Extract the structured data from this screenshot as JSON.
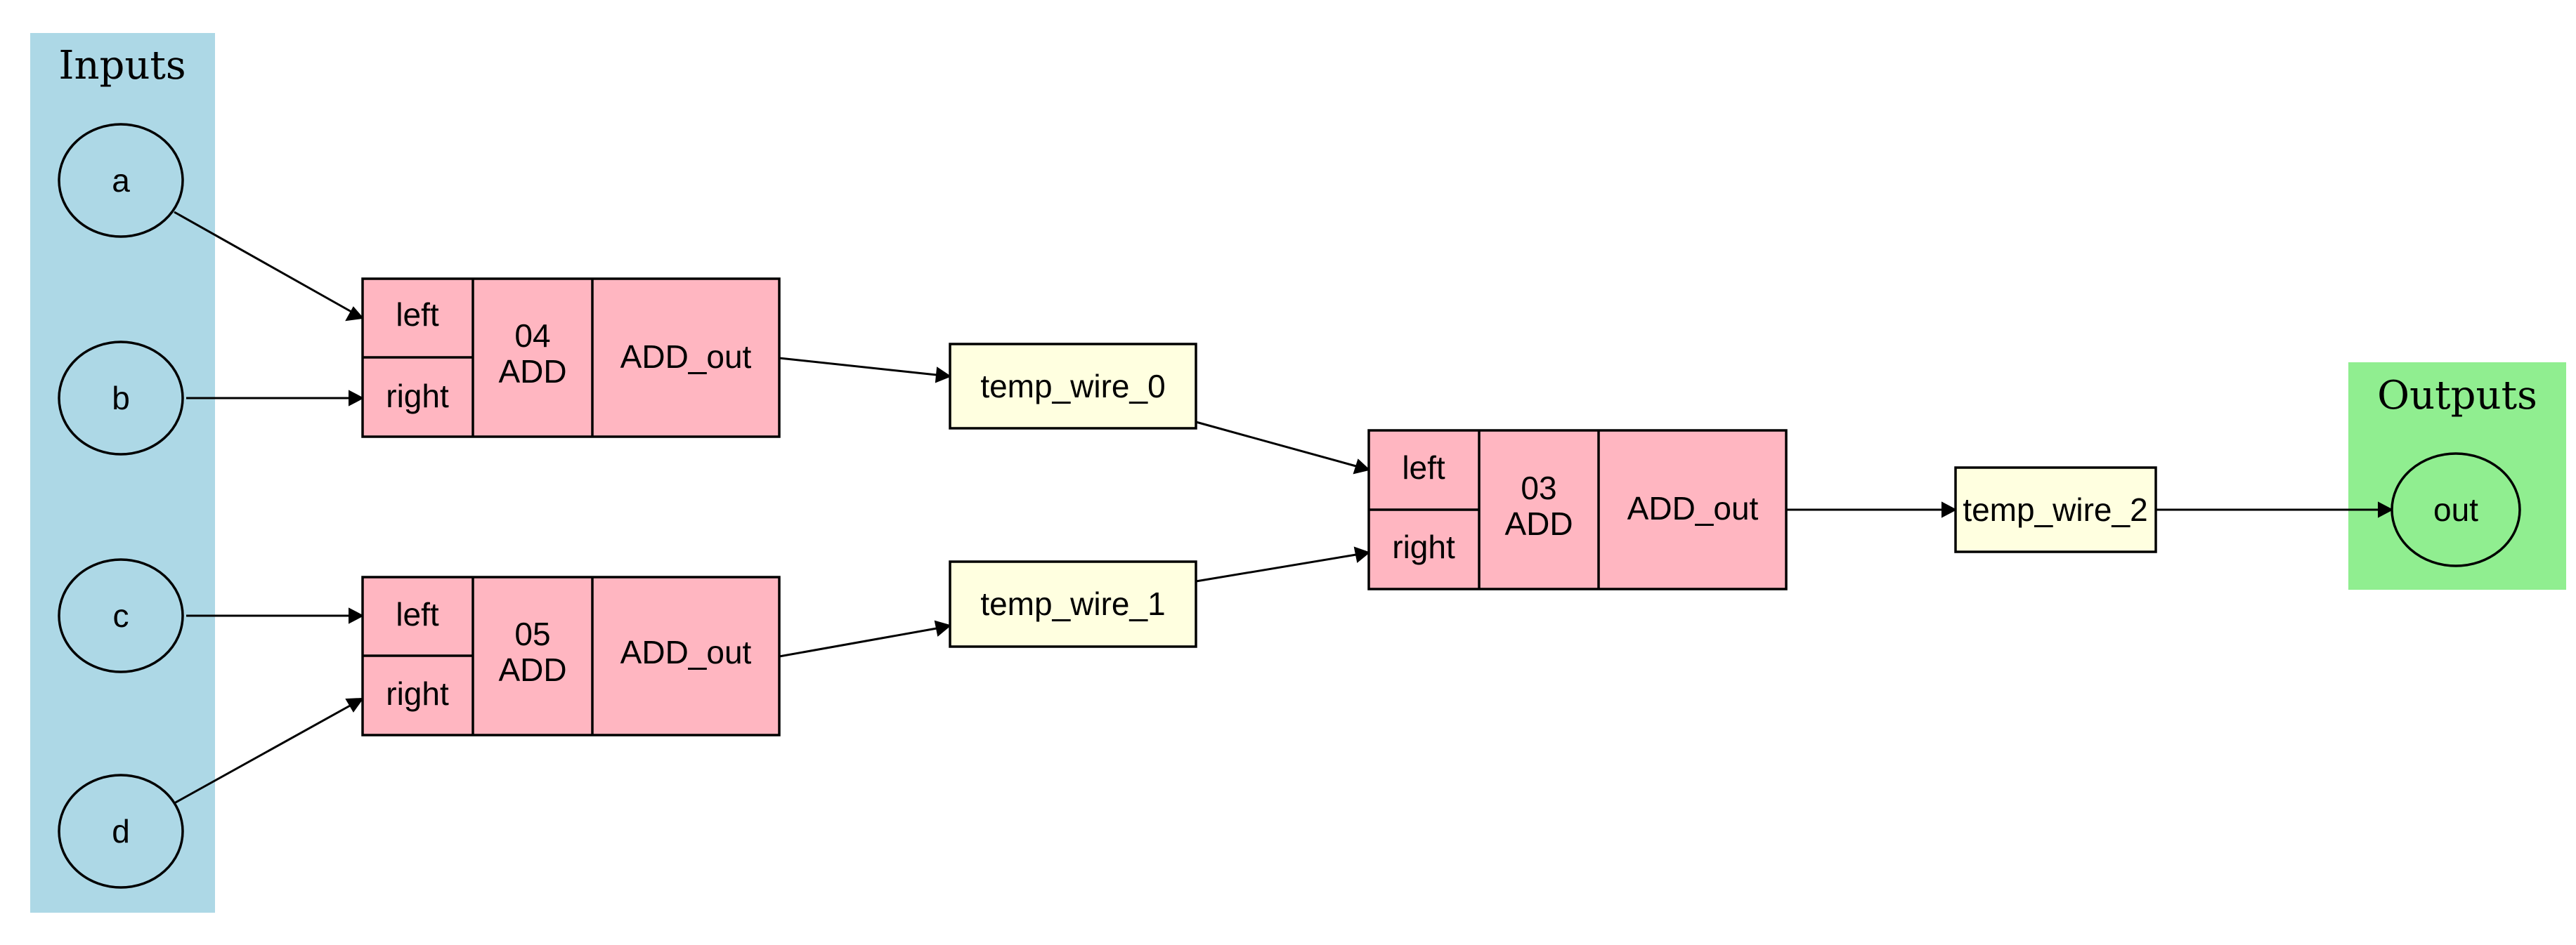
{
  "colors": {
    "inputs_cluster": "#add8e6",
    "outputs_cluster": "#90ee90",
    "input_node": "#add8e6",
    "adder": "#ffb6c1",
    "wire": "#ffffe0"
  },
  "clusters": {
    "inputs": "Inputs",
    "outputs": "Outputs"
  },
  "inputs": {
    "a": "a",
    "b": "b",
    "c": "c",
    "d": "d"
  },
  "outputs": {
    "out": "out"
  },
  "adders": {
    "add04": {
      "left": "left",
      "right": "right",
      "id": "04",
      "op": "ADD",
      "out": "ADD_out"
    },
    "add05": {
      "left": "left",
      "right": "right",
      "id": "05",
      "op": "ADD",
      "out": "ADD_out"
    },
    "add03": {
      "left": "left",
      "right": "right",
      "id": "03",
      "op": "ADD",
      "out": "ADD_out"
    }
  },
  "wires": {
    "w0": "temp_wire_0",
    "w1": "temp_wire_1",
    "w2": "temp_wire_2"
  }
}
